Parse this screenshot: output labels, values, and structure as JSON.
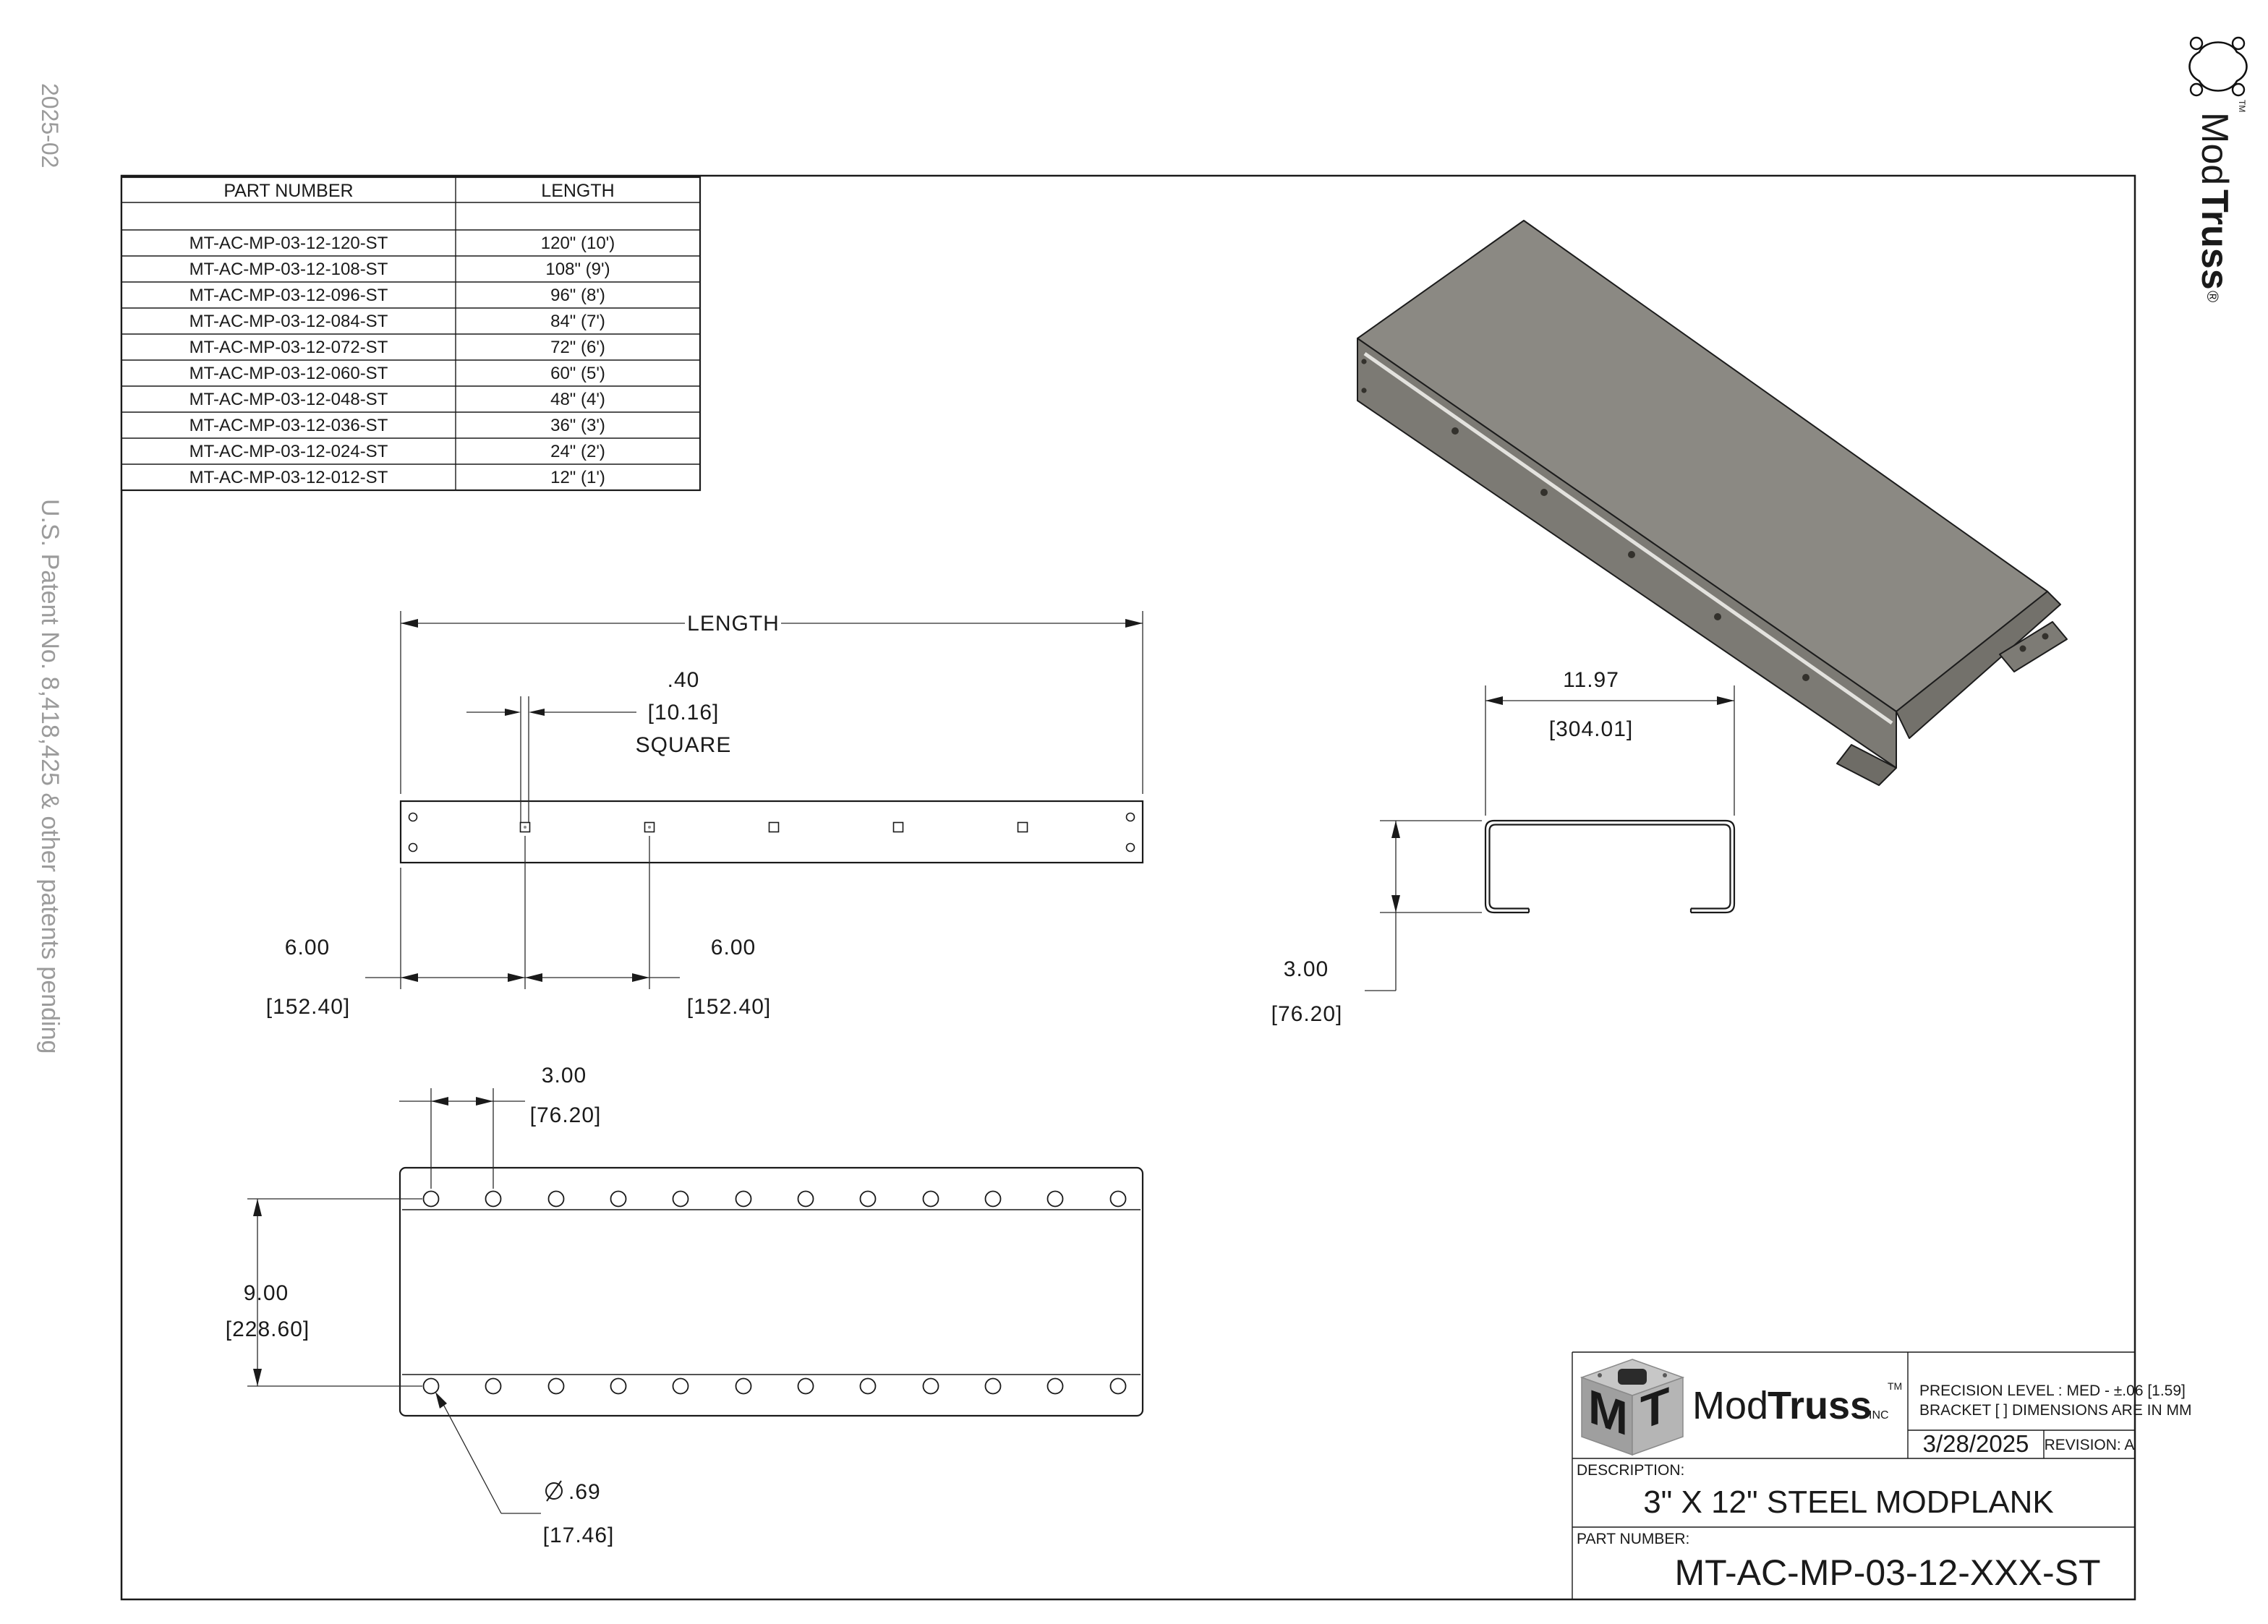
{
  "sheet": {
    "date_code": "2025-02",
    "patent_note": "U.S. Patent No. 8,418,425 & other patents pending"
  },
  "brand": {
    "name_regular": "Mod",
    "name_bold": "Truss",
    "suffix": "INC",
    "tm": "TM",
    "registered": "®",
    "cube_letter_m": "M",
    "cube_letter_t": "T"
  },
  "parts_table": {
    "headers": [
      "PART NUMBER",
      "LENGTH"
    ],
    "rows": [
      {
        "part_number": "MT-AC-MP-03-12-120-ST",
        "length": "120\" (10')"
      },
      {
        "part_number": "MT-AC-MP-03-12-108-ST",
        "length": "108\" (9')"
      },
      {
        "part_number": "MT-AC-MP-03-12-096-ST",
        "length": "96\" (8')"
      },
      {
        "part_number": "MT-AC-MP-03-12-084-ST",
        "length": "84\" (7')"
      },
      {
        "part_number": "MT-AC-MP-03-12-072-ST",
        "length": "72\" (6')"
      },
      {
        "part_number": "MT-AC-MP-03-12-060-ST",
        "length": "60\" (5')"
      },
      {
        "part_number": "MT-AC-MP-03-12-048-ST",
        "length": "48\" (4')"
      },
      {
        "part_number": "MT-AC-MP-03-12-036-ST",
        "length": "36\" (3')"
      },
      {
        "part_number": "MT-AC-MP-03-12-024-ST",
        "length": "24\" (2')"
      },
      {
        "part_number": "MT-AC-MP-03-12-012-ST",
        "length": "12\" (1')"
      }
    ]
  },
  "dimensions": {
    "length_label": "LENGTH",
    "square_hole": {
      "in": ".40",
      "mm": "[10.16]",
      "note": "SQUARE"
    },
    "hole_spacing_6": {
      "in": "6.00",
      "mm": "[152.40]"
    },
    "section_width": {
      "in": "11.97",
      "mm": "[304.01]"
    },
    "section_height": {
      "in": "3.00",
      "mm": "[76.20]"
    },
    "plan_hole_spacing": {
      "in": "3.00",
      "mm": "[76.20]"
    },
    "plan_row_spacing": {
      "in": "9.00",
      "mm": "[228.60]"
    },
    "hole_diameter": {
      "in": ".69",
      "mm": "[17.46]"
    }
  },
  "title_block": {
    "precision_line1": "PRECISION LEVEL : MED - ±.06  [1.59]",
    "precision_line2": "BRACKET [ ] DIMENSIONS ARE IN MM",
    "date": "3/28/2025",
    "revision": "REVISION: A",
    "description_label": "DESCRIPTION:",
    "description": "3\" X 12\" STEEL MODPLANK",
    "part_number_label": "PART NUMBER:",
    "part_number": "MT-AC-MP-03-12-XXX-ST"
  }
}
